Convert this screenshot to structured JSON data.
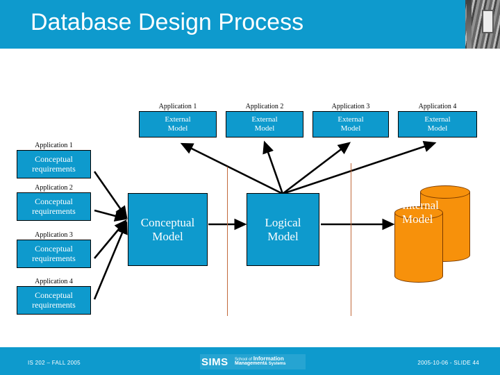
{
  "header": {
    "title": "Database Design Process",
    "bar_color": "#0e9acd",
    "photo_alt": "building-photo"
  },
  "diagram": {
    "external_models": [
      {
        "caption": "Application 1",
        "line1": "External",
        "line2": "Model"
      },
      {
        "caption": "Application 2",
        "line1": "External",
        "line2": "Model"
      },
      {
        "caption": "Application 3",
        "line1": "External",
        "line2": "Model"
      },
      {
        "caption": "Application 4",
        "line1": "External",
        "line2": "Model"
      }
    ],
    "conceptual_requirements": [
      {
        "caption": "Application 1",
        "line1": "Conceptual",
        "line2": "requirements"
      },
      {
        "caption": "Application 2",
        "line1": "Conceptual",
        "line2": "requirements"
      },
      {
        "caption": "Application 3",
        "line1": "Conceptual",
        "line2": "requirements"
      },
      {
        "caption": "Application 4",
        "line1": "Conceptual",
        "line2": "requirements"
      }
    ],
    "conceptual_model": {
      "line1": "Conceptual",
      "line2": "Model"
    },
    "logical_model": {
      "line1": "Logical",
      "line2": "Model"
    },
    "internal_model": {
      "line1": "Internal",
      "line2": "Model"
    },
    "colors": {
      "box_fill": "#0e9acd",
      "cylinder_fill": "#f7910b",
      "divider": "#c1683a",
      "arrow": "#000000",
      "box_text": "#ffffff"
    }
  },
  "footer": {
    "course": "IS 202 – FALL 2005",
    "slide_info": "2005-10-06 - SLIDE 44",
    "logo": {
      "acronym": "SIMS",
      "line1_small": "School of",
      "line1_big": "Information",
      "line2_big": "Management",
      "line2_small": "& Systems"
    }
  }
}
